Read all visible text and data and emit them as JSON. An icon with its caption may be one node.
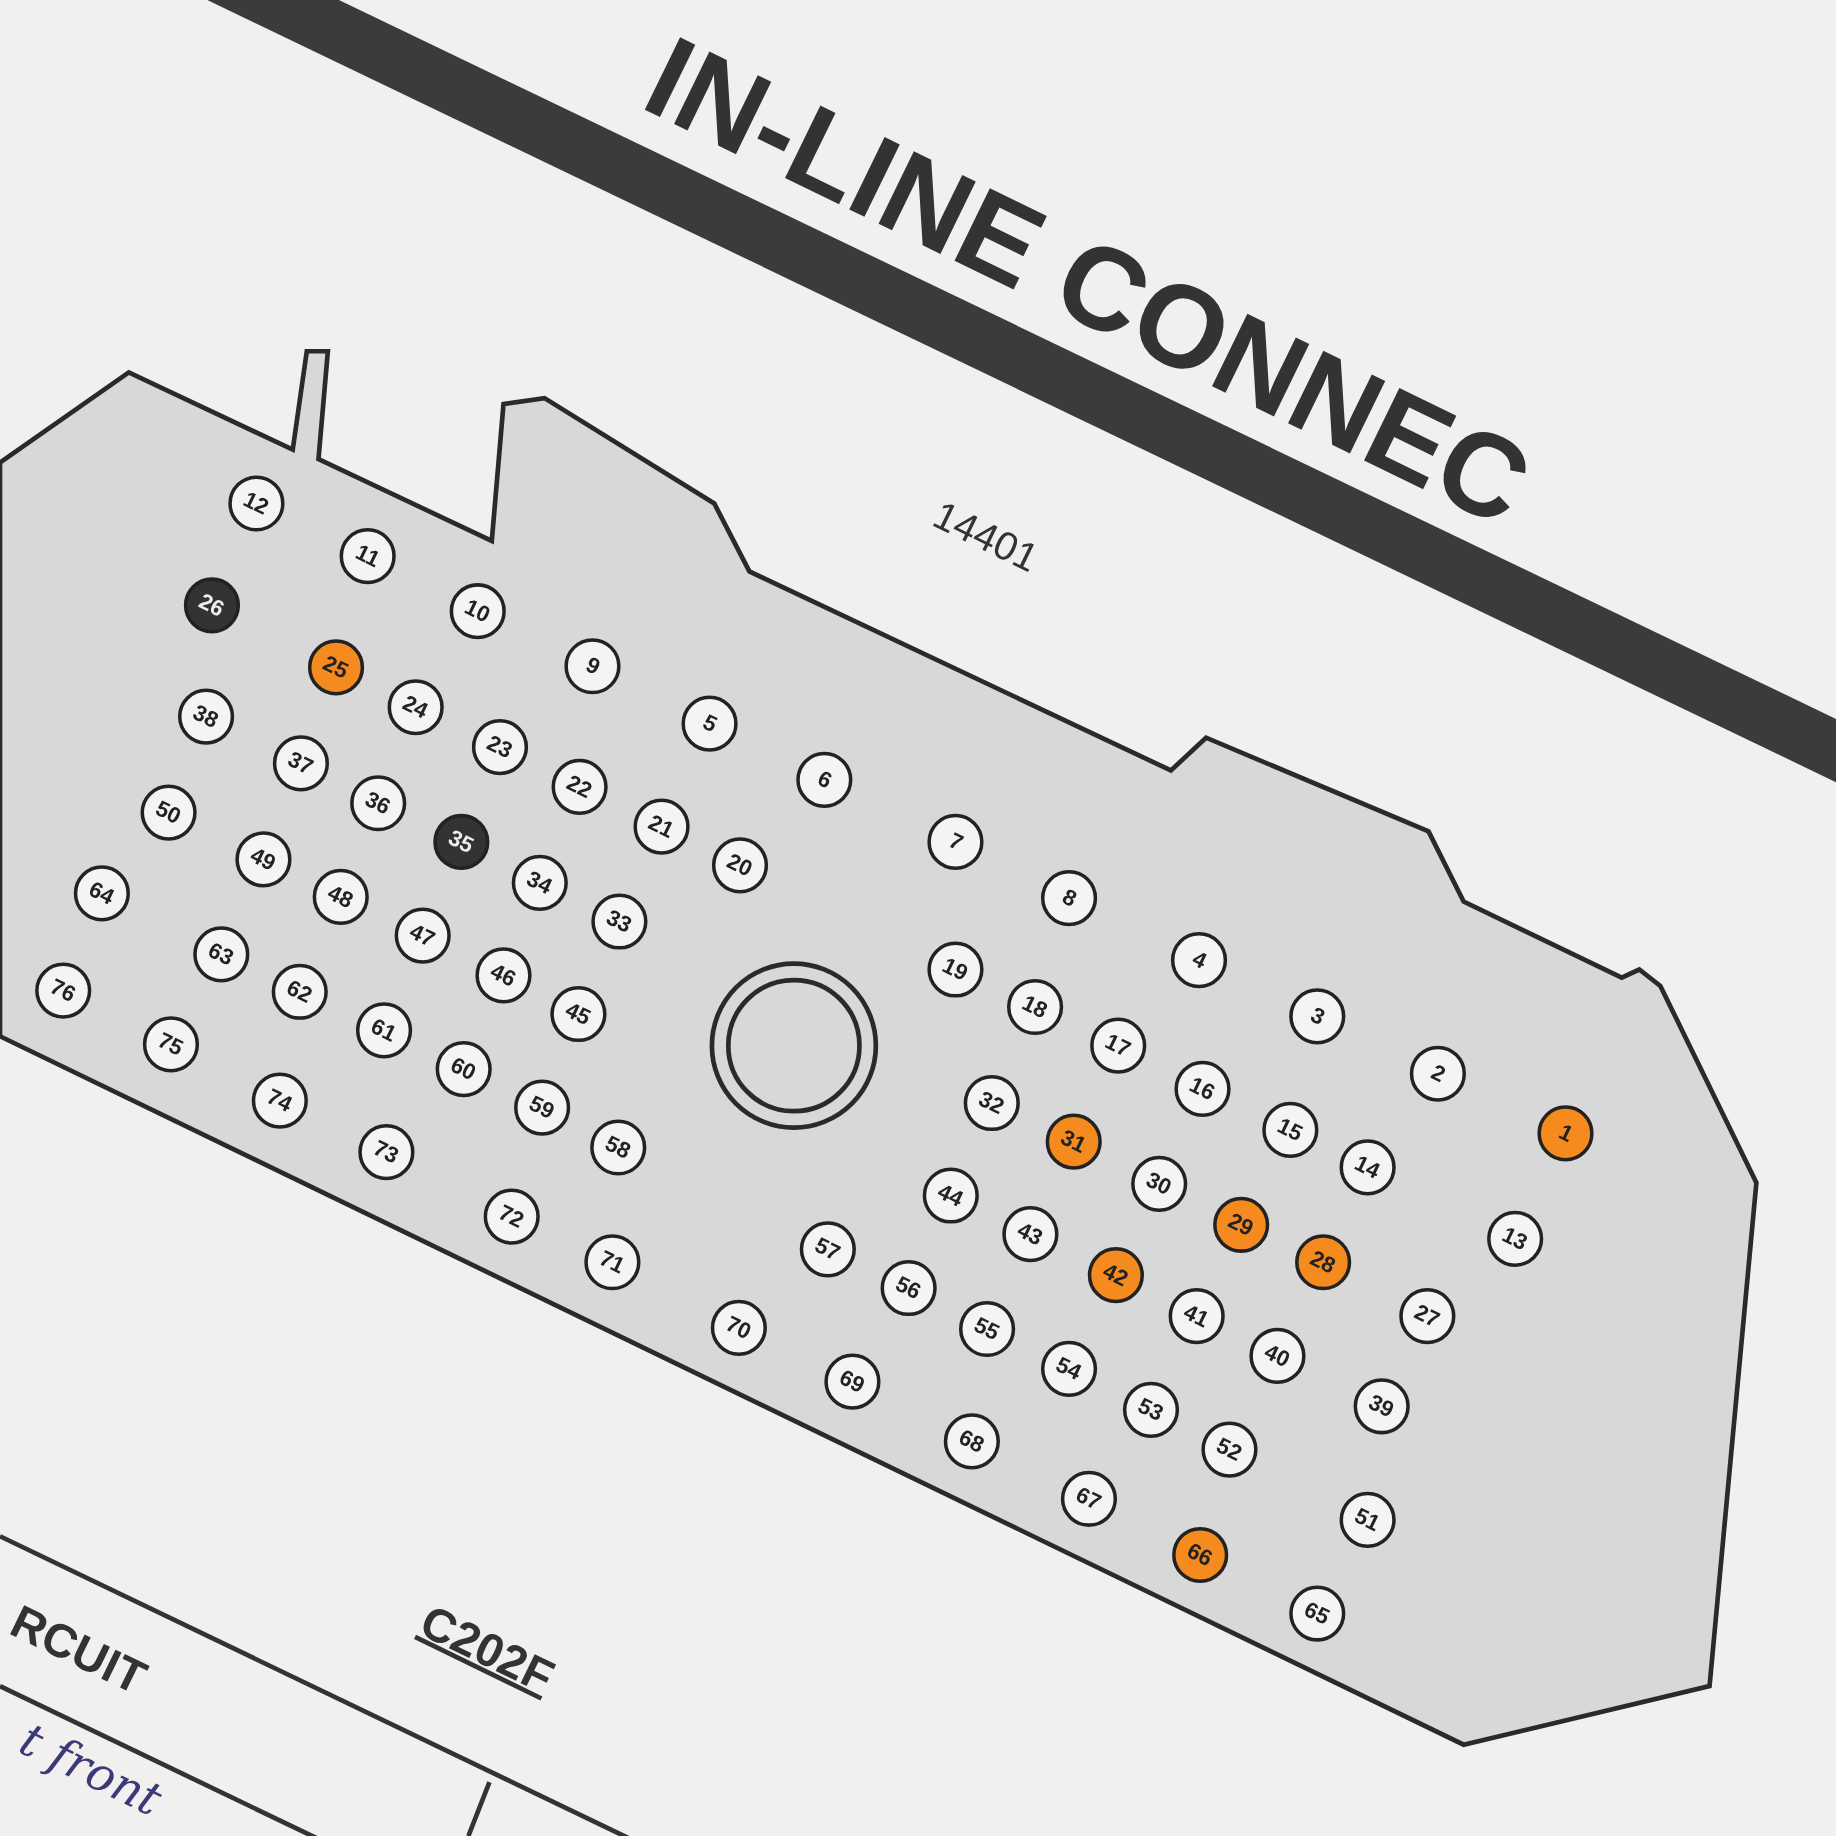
{
  "diagram": {
    "title": "IN-LINE CONNEC",
    "nodes": [
      {
        "text": [],
        "shape": "box"
      },
      {
        "text": [
          "1"
        ],
        "in": 0
      },
      {
        "text": [
          "2"
        ],
        "in": 0
      },
      {
        "text": [
          "3"
        ],
        "in": 0
      },
      {
        "text": [
          "4"
        ],
        "in": 0
      },
      {
        "text": [
          "5"
        ],
        "in": 0
      },
      {
        "text": [
          "6"
        ],
        "in": 0
      },
      {
        "text": [
          "7"
        ],
        "in": 0
      },
      {
        "text": [
          "8"
        ],
        "in": 0
      },
      {
        "text": [
          "9"
        ],
        "in": 0
      },
      {
        "text": [
          "10"
        ],
        "in": 0
      },
      {
        "text": [
          "11"
        ],
        "in": 0
      },
      {
        "text": [
          "12"
        ],
        "in": 0
      },
      {
        "text": [
          "13"
        ],
        "in": 0
      },
      {
        "text": [
          "14"
        ],
        "in": 0
      },
      {
        "text": [
          "15"
        ],
        "in": 0
      },
      {
        "text": [
          "16"
        ],
        "in": 0
      },
      {
        "text": [
          "17"
        ],
        "in": 0
      },
      {
        "text": [
          "18"
        ],
        "in": 0
      },
      {
        "text": [
          "19"
        ],
        "in": 0
      },
      {
        "text": [
          "20"
        ],
        "in": 0
      },
      {
        "text": [
          "21"
        ],
        "in": 0
      },
      {
        "text": [
          "22"
        ],
        "in": 0
      },
      {
        "text": [
          "23"
        ],
        "in": 0
      },
      {
        "text": [
          "24"
        ],
        "in": 0
      },
      {
        "text": [
          "25"
        ],
        "in": 0
      },
      {
        "text": [
          "26"
        ],
        "in": 0
      },
      {
        "text": [
          "27"
        ],
        "in": 0
      },
      {
        "text": [
          "28"
        ],
        "in": 0
      },
      {
        "text": [
          "29"
        ],
        "in": 0
      },
      {
        "text": [
          "30"
        ],
        "in": 0
      },
      {
        "text": [
          "31"
        ],
        "in": 0
      },
      {
        "text": [
          "32"
        ],
        "in": 0
      },
      {
        "text": [
          "33"
        ],
        "in": 0
      },
      {
        "text": [
          "34"
        ],
        "in": 0
      },
      {
        "text": [
          "35"
        ],
        "in": 0
      },
      {
        "text": [
          "36"
        ],
        "in": 0
      },
      {
        "text": [
          "37"
        ],
        "in": 0
      },
      {
        "text": [
          "38"
        ],
        "in": 0
      },
      {
        "text": [
          "39"
        ],
        "in": 0
      },
      {
        "text": [
          "40"
        ],
        "in": 0
      },
      {
        "text": [
          "41"
        ],
        "in": 0
      },
      {
        "text": [
          "42"
        ],
        "in": 0
      },
      {
        "text": [
          "43"
        ],
        "in": 0
      },
      {
        "text": [
          "44"
        ],
        "in": 0
      },
      {
        "text": [
          "45"
        ],
        "in": 0
      },
      {
        "text": [
          "46"
        ],
        "in": 0
      },
      {
        "text": [
          "47"
        ],
        "in": 0
      },
      {
        "text": [
          "48"
        ],
        "in": 0
      },
      {
        "text": [
          "49"
        ],
        "in": 0
      },
      {
        "text": [
          "50"
        ],
        "in": 0
      },
      {
        "text": [
          "51"
        ],
        "in": 0
      },
      {
        "text": [
          "52"
        ],
        "in": 0
      },
      {
        "text": [
          "53"
        ],
        "in": 0
      },
      {
        "text": [
          "54"
        ],
        "in": 0
      },
      {
        "text": [
          "55"
        ],
        "in": 0
      },
      {
        "text": [
          "56"
        ],
        "in": 0
      },
      {
        "text": [
          "57"
        ],
        "in": 0
      },
      {
        "text": [
          "58"
        ],
        "in": 0
      },
      {
        "text": [
          "59"
        ],
        "in": 0
      },
      {
        "text": [
          "60"
        ],
        "in": 0
      },
      {
        "text": [
          "61"
        ],
        "in": 0
      },
      {
        "text": [
          "62"
        ],
        "in": 0
      },
      {
        "text": [
          "63"
        ],
        "in": 0
      },
      {
        "text": [
          "64"
        ],
        "in": 0
      },
      {
        "text": [
          "65"
        ],
        "in": 0
      },
      {
        "text": [
          "66"
        ],
        "in": 0
      },
      {
        "text": [
          "67"
        ],
        "in": 0
      },
      {
        "text": [
          "68"
        ],
        "in": 0
      },
      {
        "text": [
          "69"
        ],
        "in": 0
      },
      {
        "text": [
          "70"
        ],
        "in": 0
      },
      {
        "text": [
          "71"
        ],
        "in": 0
      },
      {
        "text": [
          "72"
        ],
        "in": 0
      },
      {
        "text": [
          "73"
        ],
        "in": 0
      },
      {
        "text": [
          "74"
        ],
        "in": 0
      },
      {
        "text": [
          "75"
        ],
        "in": 0
      },
      {
        "text": [
          "76"
        ],
        "in": 0
      }
    ],
    "labels": [
      "14401",
      "C202F",
      "RCUIT",
      "t front"
    ]
  }
}
